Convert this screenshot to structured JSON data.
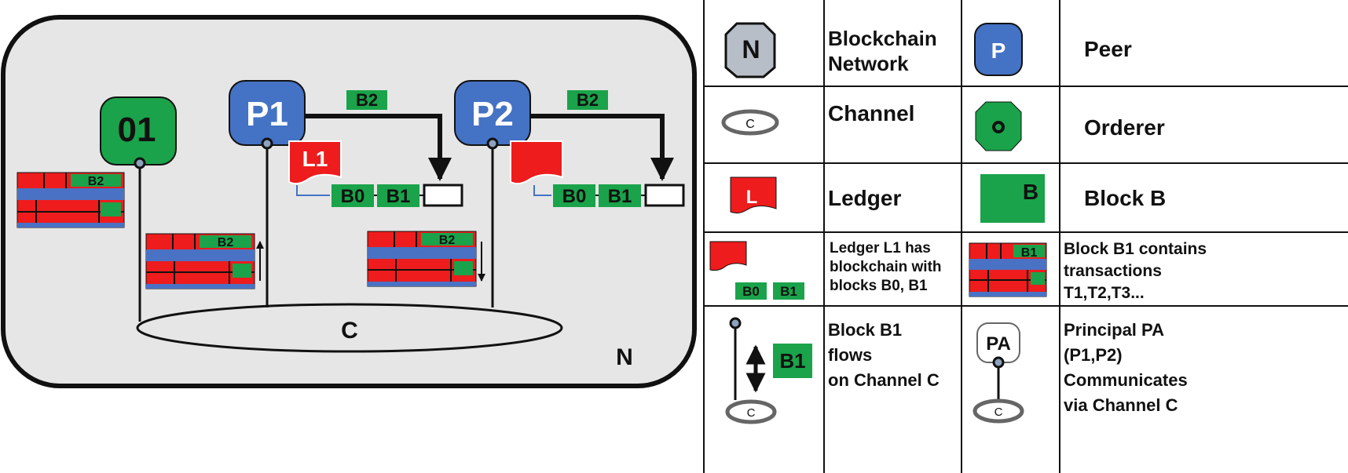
{
  "colors": {
    "network_bg": "#e6e6e6",
    "peer_blue": "#4472c4",
    "orderer_green": "#1aa34a",
    "block_green": "#1aa34a",
    "ledger_red": "#ee1c1c",
    "tx_blue": "#4a72c4",
    "network_node_grey": "#b8bec7",
    "line": "#111111"
  },
  "diagram": {
    "network_label": "N",
    "channel_label": "C",
    "orderer": {
      "label": "01",
      "block_label": "B2"
    },
    "peer1": {
      "label": "P1",
      "ledger_label": "L1",
      "incoming_block": "B2",
      "chain": [
        "B0",
        "B1"
      ],
      "flow_block_label": "B2"
    },
    "peer2": {
      "label": "P2",
      "ledger_label": "",
      "incoming_block": "B2",
      "chain": [
        "B0",
        "B1"
      ],
      "flow_block_label": "B2"
    }
  },
  "legend": {
    "rows": [
      {
        "left_icon": "network-node-icon",
        "left_symbol": "N",
        "left_text": [
          "Blockchain",
          "Network"
        ],
        "right_icon": "peer-icon",
        "right_symbol": "P",
        "right_text": [
          "Peer"
        ]
      },
      {
        "left_icon": "channel-icon",
        "left_symbol": "C",
        "left_text": [
          "Channel"
        ],
        "right_icon": "orderer-icon",
        "right_text": [
          "Orderer"
        ]
      },
      {
        "left_icon": "ledger-icon",
        "left_symbol": "L",
        "left_text": [
          "Ledger"
        ],
        "right_icon": "block-icon",
        "right_symbol": "B",
        "right_text": [
          "Block B"
        ]
      },
      {
        "left_icon": "ledger-chain-icon",
        "left_blocks": [
          "B0",
          "B1"
        ],
        "left_text": [
          "Ledger L1 has",
          "blockchain with",
          "blocks B0, B1"
        ],
        "right_icon": "block-transactions-icon",
        "right_symbol": "B1",
        "right_text": [
          "Block B1 contains",
          "transactions",
          "T1,T2,T3..."
        ]
      },
      {
        "left_icon": "block-flow-icon",
        "left_symbol": "B1",
        "left_channel": "C",
        "left_text": [
          "Block B1",
          "flows",
          "on Channel C"
        ],
        "right_icon": "principal-icon",
        "right_symbol": "PA",
        "right_channel": "C",
        "right_text": [
          "Principal PA",
          "(P1,P2)",
          "Communicates",
          "via Channel C"
        ]
      }
    ]
  }
}
